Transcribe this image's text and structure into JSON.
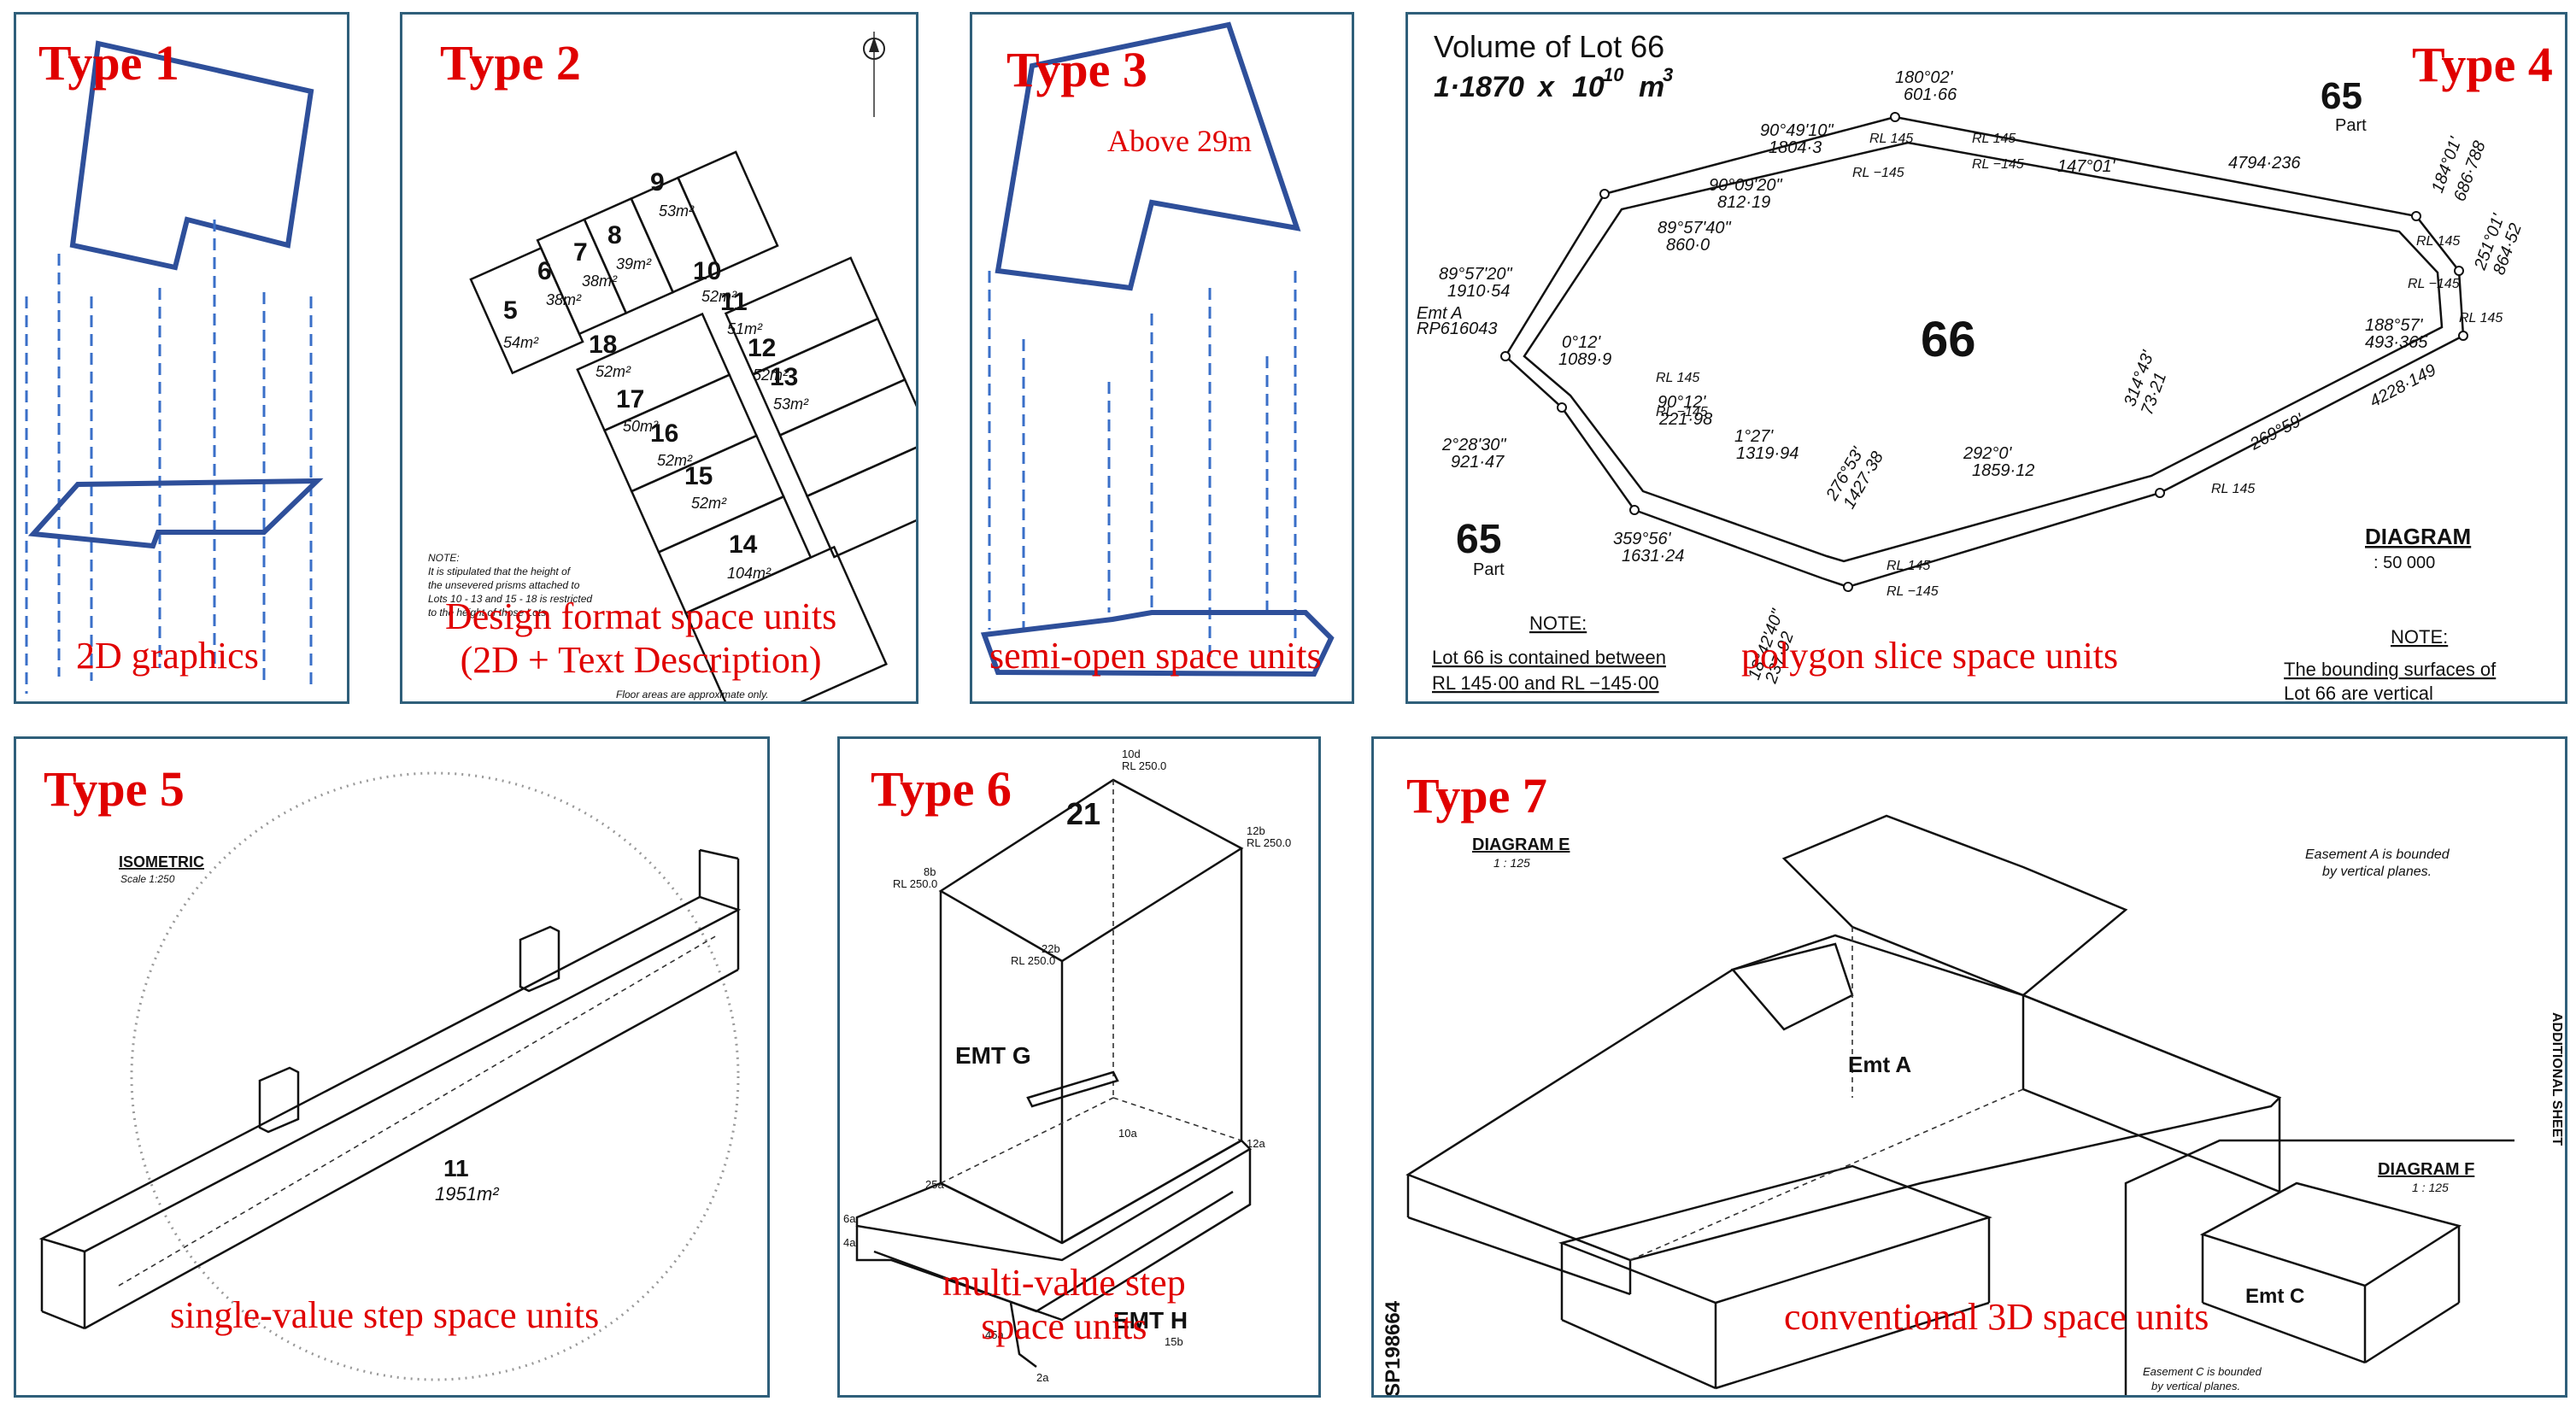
{
  "panels": [
    {
      "type": "Type 1",
      "caption": "2D graphics"
    },
    {
      "type": "Type 2",
      "caption_line1": "Design format space units",
      "caption_line2": "(2D + Text Description)",
      "lots": [
        {
          "num": "5",
          "area": "54m²"
        },
        {
          "num": "6",
          "area": "38m²"
        },
        {
          "num": "7",
          "area": "38m²"
        },
        {
          "num": "8",
          "area": "39m²"
        },
        {
          "num": "9",
          "area": "53m²"
        },
        {
          "num": "10",
          "area": "52m²"
        },
        {
          "num": "11",
          "area": "51m²"
        },
        {
          "num": "12",
          "area": "52m²"
        },
        {
          "num": "13",
          "area": "53m²"
        },
        {
          "num": "14",
          "area": "104m²"
        },
        {
          "num": "15",
          "area": "52m²"
        },
        {
          "num": "16",
          "area": "52m²"
        },
        {
          "num": "17",
          "area": "50m²"
        },
        {
          "num": "18",
          "area": "52m²"
        }
      ],
      "note_title": "NOTE:",
      "note_lines": [
        "It is stipulated that the height of",
        "the unsevered prisms attached to",
        "Lots 10 - 13 and 15 - 18 is restricted",
        "to the height of those Lots"
      ],
      "footer": "Floor areas are approximate only."
    },
    {
      "type": "Type 3",
      "caption": "semi-open space units",
      "label": "Above 29m"
    },
    {
      "type": "Type 4",
      "caption": "polygon slice space units",
      "title": "Volume of Lot 66",
      "volume_mantissa": "1·1870",
      "volume_times": "x",
      "volume_base": "10",
      "volume_exp": "10",
      "volume_unit": "m",
      "volume_unit_exp": "3",
      "lot_center": "66",
      "part_lot": "65",
      "part_label": "Part",
      "diagram_label": "DIAGRAM",
      "diagram_scale": ": 50 000",
      "note_left_title": "NOTE:",
      "note_left_line1": "Lot 66 is contained between",
      "note_left_line2": "RL 145·00 and RL −145·00",
      "note_right_title": "NOTE:",
      "note_right_line1": "The bounding surfaces of",
      "note_right_line2": "Lot 66 are vertical",
      "rl_pos": "RL 145",
      "rl_neg": "RL −145",
      "bearings": [
        "180°02'",
        "601·66",
        "90°49'10\"",
        "1804·3",
        "90°09'20\"",
        "812·19",
        "89°57'40\"",
        "860·0",
        "89°57'20\"",
        "1910·54",
        "Emt A",
        "RP616043",
        "0°12'",
        "1089·9",
        "90°12'",
        "221·98",
        "2°28'30\"",
        "921·47",
        "1°27'",
        "1319·94",
        "147°01'",
        "4794·236",
        "184°01'",
        "686·788",
        "251°01'",
        "864·52",
        "188°57'",
        "493·365",
        "4228·149",
        "269°59'",
        "314°43'",
        "73·21",
        "292°0'",
        "1859·12",
        "276°53'",
        "1427·38",
        "359°56'",
        "1631·24",
        "18°42'40\"",
        "237·92"
      ]
    },
    {
      "type": "Type 5",
      "caption": "single-value step space units",
      "title": "ISOMETRIC",
      "scale": "Scale 1:250",
      "lot": "11",
      "area": "1951m²"
    },
    {
      "type": "Type 6",
      "caption_line1": "multi-value step",
      "caption_line2": "space units",
      "lot": "21",
      "emt_g": "EMT G",
      "emt_h": "EMT H",
      "points": [
        {
          "id": "10d",
          "rl": "RL 250.0"
        },
        {
          "id": "8b",
          "rl": "RL 250.0"
        },
        {
          "id": "12b",
          "rl": "RL 250.0"
        },
        {
          "id": "22b",
          "rl": "RL 250.0"
        },
        {
          "id": "10a"
        },
        {
          "id": "12a"
        },
        {
          "id": "25a"
        },
        {
          "id": "6a"
        },
        {
          "id": "4a"
        },
        {
          "id": "2a"
        },
        {
          "id": "45a"
        },
        {
          "id": "15b"
        }
      ]
    },
    {
      "type": "Type 7",
      "caption": "conventional 3D space units",
      "diagram_e": "DIAGRAM E",
      "diagram_e_scale": "1 : 125",
      "diagram_f": "DIAGRAM F",
      "diagram_f_scale": "1 : 125",
      "emt_a": "Emt A",
      "emt_c": "Emt C",
      "note_a_line1": "Easement A is bounded",
      "note_a_line2": "by vertical planes.",
      "note_c_line1": "Easement C is bounded",
      "note_c_line2": "by vertical planes.",
      "plan_no": "SP198664",
      "side_label": "ADDITIONAL SHEET"
    }
  ],
  "colors": {
    "border": "#2f5f7a",
    "label": "#e00000",
    "blue": "#2e4f9a",
    "dash": "#3a6fc8"
  }
}
